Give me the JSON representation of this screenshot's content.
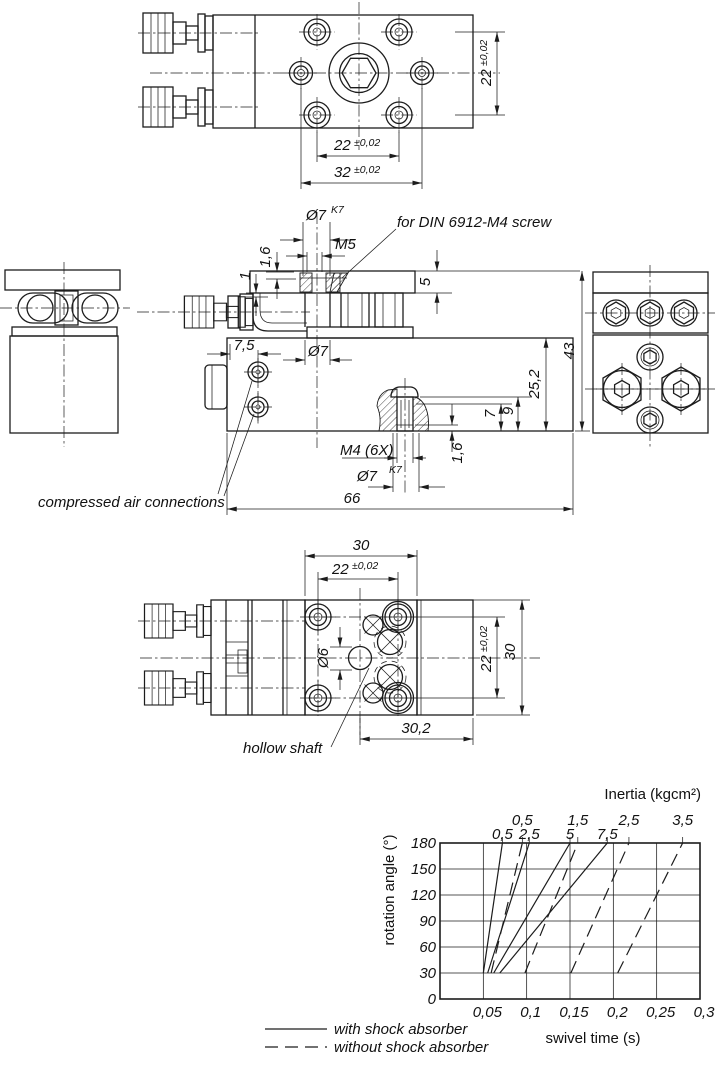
{
  "drawing": {
    "top_view": {
      "dim_right": {
        "value": "22",
        "tol": "±0,02"
      },
      "dim_pitch": {
        "value": "22",
        "tol": "±0,02"
      },
      "dim_overall": {
        "value": "32",
        "tol": "±0,02"
      }
    },
    "front_view": {
      "bore_top": {
        "value": "Ø7",
        "fit": "K7"
      },
      "thread_top": "M5",
      "screw_note": "for DIN 6912-M4 screw",
      "dim_plate": "1,6",
      "dim_gap": "1",
      "dim_flange": "5",
      "dim_height": "43",
      "dim_body": "25,2",
      "dim_depth1": "7",
      "dim_depth2": "9",
      "dim_csk": "1,6",
      "thread_bottom": "M4 (6X)",
      "bore_bottom": {
        "value": "Ø7",
        "fit": "K7"
      },
      "bore_shaft": "Ø7",
      "dim_port": "7,5",
      "dim_length": "66",
      "air_label": "compressed air connections"
    },
    "bottom_view": {
      "dim_width": "30",
      "dim_pitch_top": {
        "value": "22",
        "tol": "±0,02"
      },
      "dim_pitch_right": {
        "value": "22",
        "tol": "±0,02"
      },
      "dim_height": "30",
      "dim_offset": "30,2",
      "bore_shaft": "Ø6",
      "shaft_label": "hollow shaft"
    }
  },
  "chart_data": {
    "type": "line",
    "title": "Inertia (kgcm²)",
    "xlabel": "swivel time (s)",
    "ylabel": "rotation angle (°)",
    "xlim": [
      0,
      0.3
    ],
    "ylim": [
      0,
      180
    ],
    "grid": true,
    "x_ticks": [
      {
        "v": 0.05,
        "label": "0,05"
      },
      {
        "v": 0.1,
        "label": "0,1"
      },
      {
        "v": 0.15,
        "label": "0,15"
      },
      {
        "v": 0.2,
        "label": "0,2"
      },
      {
        "v": 0.25,
        "label": "0,25"
      },
      {
        "v": 0.3,
        "label": "0,3"
      }
    ],
    "y_ticks": [
      {
        "v": 0,
        "label": "0"
      },
      {
        "v": 30,
        "label": "30"
      },
      {
        "v": 60,
        "label": "60"
      },
      {
        "v": 90,
        "label": "90"
      },
      {
        "v": 120,
        "label": "120"
      },
      {
        "v": 150,
        "label": "150"
      },
      {
        "v": 180,
        "label": "180"
      }
    ],
    "series": [
      {
        "name": "0,5",
        "inertia": 0.5,
        "style": "solid",
        "group": "with shock absorber",
        "label_row": "lower",
        "points": [
          [
            0.05,
            30
          ],
          [
            0.072,
            180
          ]
        ]
      },
      {
        "name": "2,5",
        "inertia": 2.5,
        "style": "solid",
        "group": "with shock absorber",
        "label_row": "lower",
        "points": [
          [
            0.055,
            30
          ],
          [
            0.103,
            180
          ]
        ]
      },
      {
        "name": "5",
        "inertia": 5,
        "style": "solid",
        "group": "with shock absorber",
        "label_row": "lower",
        "points": [
          [
            0.062,
            30
          ],
          [
            0.15,
            180
          ]
        ]
      },
      {
        "name": "7,5",
        "inertia": 7.5,
        "style": "solid",
        "group": "with shock absorber",
        "label_row": "lower",
        "points": [
          [
            0.069,
            30
          ],
          [
            0.193,
            180
          ]
        ]
      },
      {
        "name": "0,5",
        "inertia": 0.5,
        "style": "dashed",
        "group": "without shock absorber",
        "label_row": "upper",
        "points": [
          [
            0.059,
            30
          ],
          [
            0.095,
            180
          ]
        ]
      },
      {
        "name": "1,5",
        "inertia": 1.5,
        "style": "dashed",
        "group": "without shock absorber",
        "label_row": "upper",
        "points": [
          [
            0.098,
            30
          ],
          [
            0.159,
            180
          ]
        ]
      },
      {
        "name": "2,5",
        "inertia": 2.5,
        "style": "dashed",
        "group": "without shock absorber",
        "label_row": "upper",
        "points": [
          [
            0.151,
            30
          ],
          [
            0.218,
            180
          ]
        ]
      },
      {
        "name": "3,5",
        "inertia": 3.5,
        "style": "dashed",
        "group": "without shock absorber",
        "label_row": "upper",
        "points": [
          [
            0.205,
            30
          ],
          [
            0.28,
            180
          ]
        ]
      }
    ],
    "legend": [
      {
        "label": "with shock absorber",
        "style": "solid"
      },
      {
        "label": "without shock absorber",
        "style": "dashed"
      }
    ],
    "legend_position": "bottom-left"
  }
}
